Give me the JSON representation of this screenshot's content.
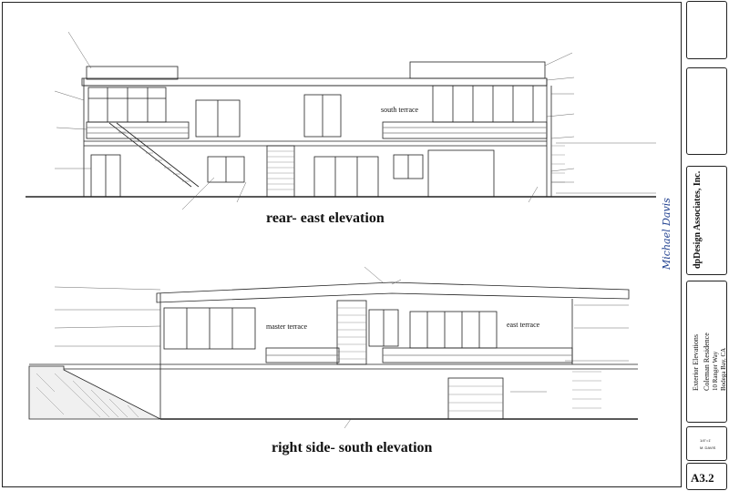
{
  "sheet": {
    "number": "A3.2"
  },
  "elevations": {
    "rear": {
      "title": "rear- east elevation",
      "terrace_label": "south terrace"
    },
    "side": {
      "title": "right side- south elevation",
      "terrace_left": "master terrace",
      "terrace_right": "east terrace"
    }
  },
  "title_block": {
    "firm": "dpDesign Associates, Inc.",
    "signature": "Michael Davis",
    "drawing_title": "Exterior Elevations",
    "project": "Coleman Residence",
    "address": "10 Ranger Way",
    "city": "Bodega Bay, CA",
    "scale": "1/4\"=1'",
    "drawn": "M. DAVIS"
  },
  "colors": {
    "line": "#222222",
    "hatch": "#777777",
    "signature": "#1f3f8f"
  }
}
